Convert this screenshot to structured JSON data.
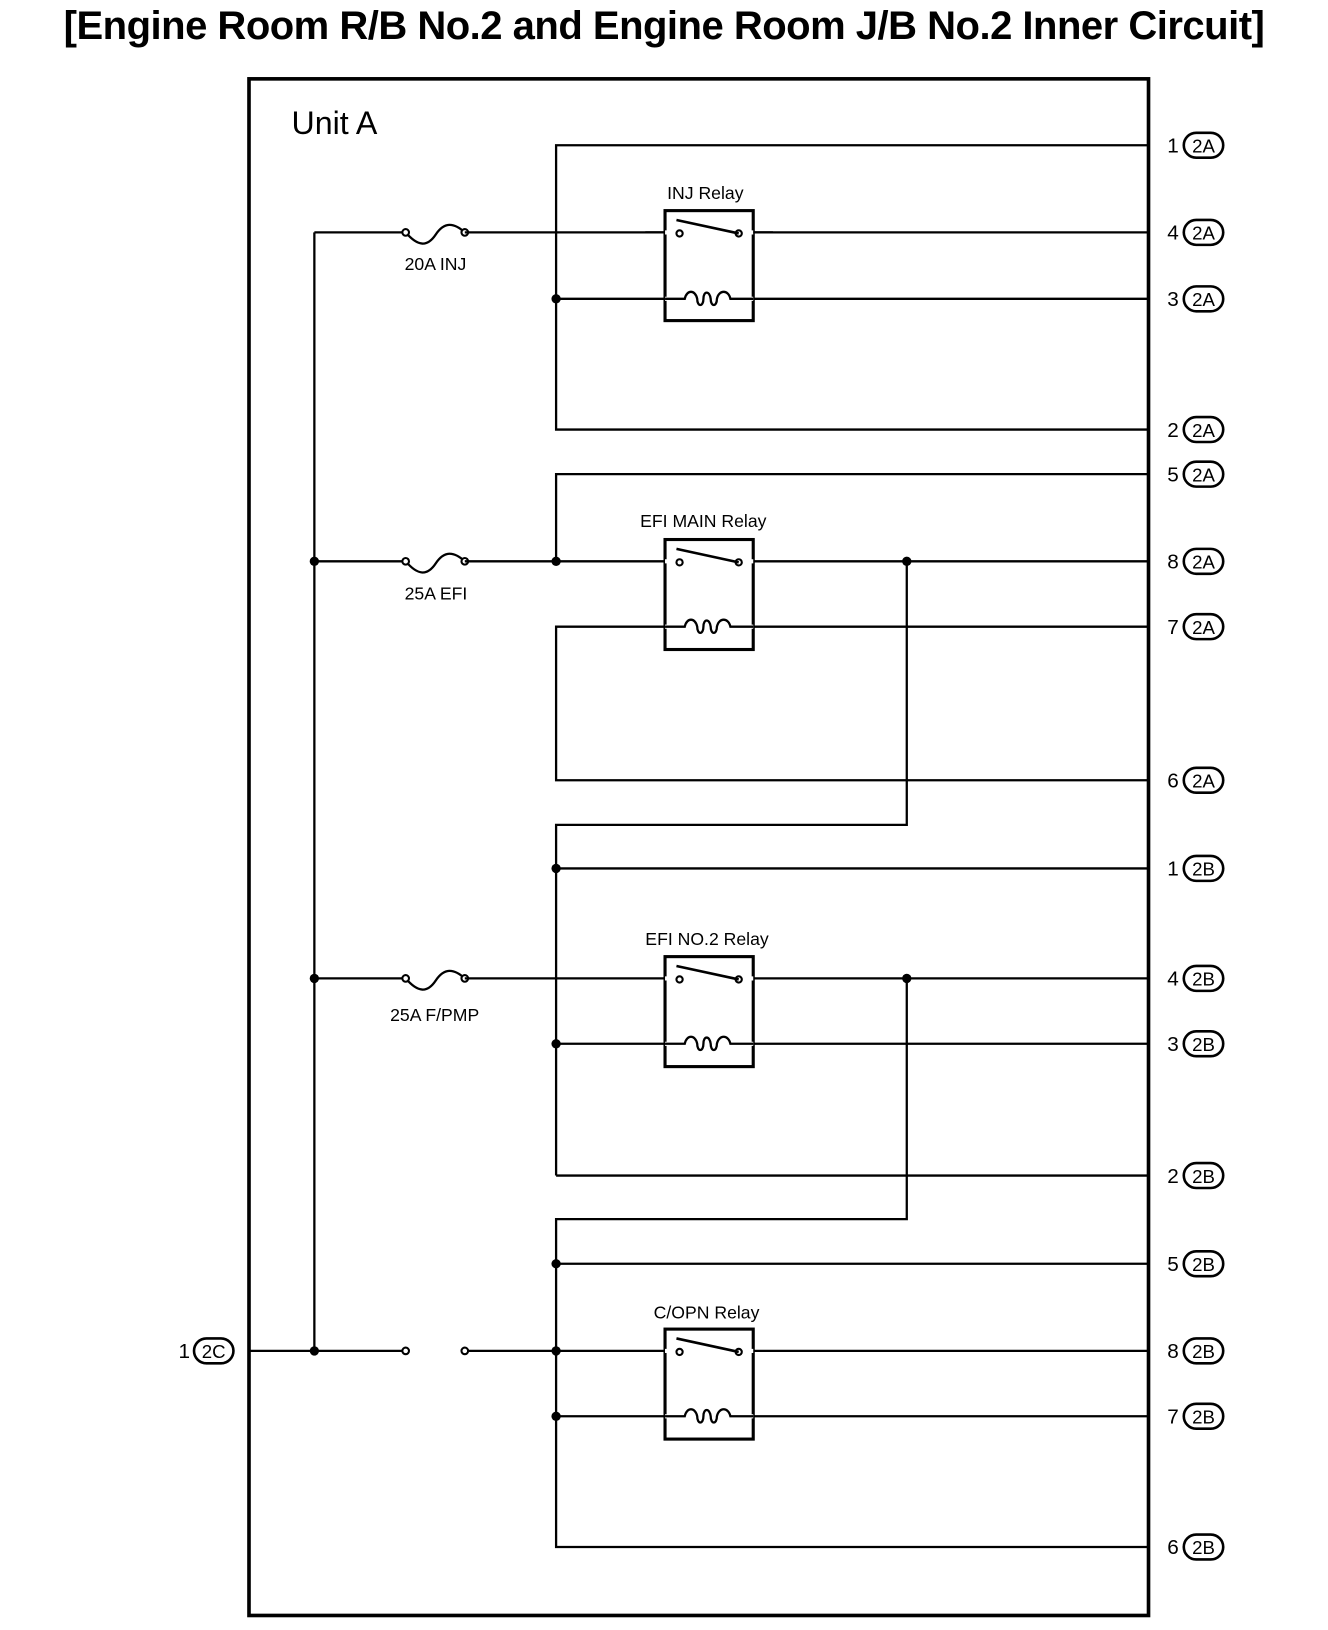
{
  "title": "[Engine Room R/B No.2 and Engine Room J/B No.2 Inner Circuit]",
  "unit_label": "Unit A",
  "fuses": [
    {
      "id": "fuse-20a-inj",
      "label": "20A INJ"
    },
    {
      "id": "fuse-25a-efi",
      "label": "25A EFI"
    },
    {
      "id": "fuse-25a-fpmp",
      "label": "25A F/PMP"
    }
  ],
  "relays": [
    {
      "id": "relay-inj",
      "label": "INJ Relay"
    },
    {
      "id": "relay-efi-main",
      "label": "EFI MAIN Relay"
    },
    {
      "id": "relay-efi-no2",
      "label": "EFI NO.2 Relay"
    },
    {
      "id": "relay-copn",
      "label": "C/OPN Relay"
    }
  ],
  "input_connector": {
    "pin": "1",
    "connector": "2C"
  },
  "output_connectors": [
    {
      "pin": "1",
      "connector": "2A"
    },
    {
      "pin": "4",
      "connector": "2A"
    },
    {
      "pin": "3",
      "connector": "2A"
    },
    {
      "pin": "2",
      "connector": "2A"
    },
    {
      "pin": "5",
      "connector": "2A"
    },
    {
      "pin": "8",
      "connector": "2A"
    },
    {
      "pin": "7",
      "connector": "2A"
    },
    {
      "pin": "6",
      "connector": "2A"
    },
    {
      "pin": "1",
      "connector": "2B"
    },
    {
      "pin": "4",
      "connector": "2B"
    },
    {
      "pin": "3",
      "connector": "2B"
    },
    {
      "pin": "2",
      "connector": "2B"
    },
    {
      "pin": "5",
      "connector": "2B"
    },
    {
      "pin": "8",
      "connector": "2B"
    },
    {
      "pin": "7",
      "connector": "2B"
    },
    {
      "pin": "6",
      "connector": "2B"
    }
  ]
}
